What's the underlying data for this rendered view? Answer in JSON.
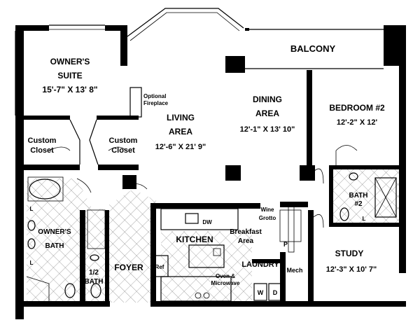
{
  "rooms": {
    "owners_suite": {
      "name_line1": "OWNER'S",
      "name_line2": "SUITE",
      "dims": "15'-7\" X 13' 8\""
    },
    "balcony": {
      "name": "BALCONY"
    },
    "optional_fireplace": {
      "line1": "Optional",
      "line2": "Fireplace"
    },
    "living_area": {
      "name_line1": "LIVING",
      "name_line2": "AREA",
      "dims": "12'-6\" X 21' 9\""
    },
    "dining_area": {
      "name_line1": "DINING",
      "name_line2": "AREA",
      "dims": "12'-1\" X 13' 10\""
    },
    "bedroom2": {
      "name": "BEDROOM #2",
      "dims": "12'-2\" X 12'"
    },
    "custom_closet_left": {
      "line1": "Custom",
      "line2": "Closet"
    },
    "custom_closet_right": {
      "line1": "Custom",
      "line2": "Closet"
    },
    "bath2": {
      "line1": "BATH",
      "line2": "#2"
    },
    "owners_bath": {
      "line1": "OWNER'S",
      "line2": "BATH"
    },
    "half_bath": {
      "line1": "1/2",
      "line2": "BATH"
    },
    "foyer": {
      "name": "FOYER"
    },
    "kitchen": {
      "name": "KITCHEN"
    },
    "breakfast": {
      "line1": "Breakfast",
      "line2": "Area"
    },
    "wine_grotto": {
      "line1": "Wine",
      "line2": "Grotto"
    },
    "laundry": {
      "name": "LAUNDRY"
    },
    "study": {
      "name": "STUDY",
      "dims": "12'-3\" X 10' 7\""
    }
  },
  "fixtures": {
    "dw": "DW",
    "ref": "Ref",
    "oven": {
      "line1": "Oven &",
      "line2": "Microwave"
    },
    "pantry": "P",
    "mech": "Mech",
    "washer": "W",
    "dryer": "D",
    "linen": "L"
  }
}
